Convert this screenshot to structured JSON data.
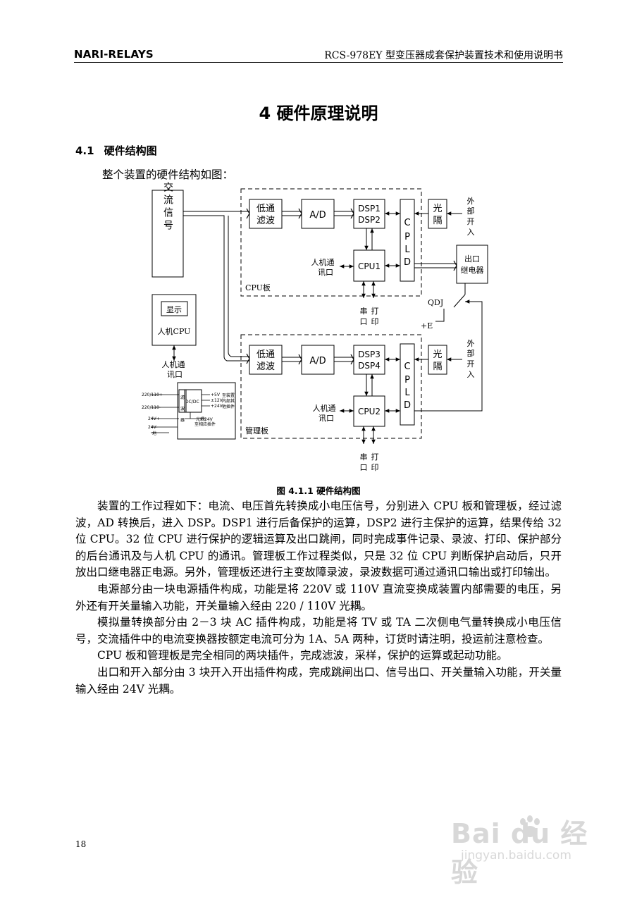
{
  "header": {
    "brand": "NARI-RELAYS",
    "doc_title": "RCS-978EY 型变压器成套保护装置技术和使用说明书"
  },
  "chapter": {
    "title": "4  硬件原理说明"
  },
  "section": {
    "number": "4.1",
    "title": "硬件结构图"
  },
  "intro": "整个装置的硬件结构如图：",
  "diagram": {
    "ac_signal": "交流信号",
    "lpf": "低通滤波",
    "ad": "A/D",
    "dsp1": "DSP1",
    "dsp2": "DSP2",
    "dsp3": "DSP3",
    "dsp4": "DSP4",
    "cpld": "CPLD",
    "opto": "光隔",
    "ext_input": "外部开入",
    "cpu1": "CPU1",
    "cpu2": "CPU2",
    "hmi_comm": "人机通讯口",
    "out_relay": "出口继电器",
    "cpu_board": "CPU板",
    "mgmt_board": "管理板",
    "serial_print_1": "串口",
    "serial_print_2": "打印",
    "qdj": "QDJ",
    "plus_e": "+E",
    "display": "显示",
    "hmi_cpu": "人机CPU",
    "power": {
      "in1": "220/110+",
      "in2": "220/110-",
      "in3": "24V+",
      "in4": "24V-",
      "in5": "地",
      "filter": "滤",
      "wave": "波",
      "dcdc": "DC/DC",
      "v1": "+5V",
      "v2": "±12V",
      "v3": "+24V",
      "note1": "至装置",
      "note2": "内部其",
      "note3": "他插件",
      "opto_note1": "光耦24V",
      "opto_note2": "至相应插件",
      "box": "器"
    }
  },
  "caption": "图 4.1.1 硬件结构图",
  "paragraphs": [
    "装置的工作过程如下：电流、电压首先转换成小电压信号，分别进入 CPU 板和管理板，经过滤波，AD 转换后，进入 DSP。DSP1 进行后备保护的运算，DSP2 进行主保护的运算，结果传给 32 位 CPU。32 位 CPU 进行保护的逻辑运算及出口跳闸，同时完成事件记录、录波、打印、保护部分的后台通讯及与人机 CPU 的通讯。管理板工作过程类似，只是 32 位 CPU 判断保护启动后，只开放出口继电器正电源。另外，管理板还进行主变故障录波，录波数据可通过通讯口输出或打印输出。",
    "电源部分由一块电源插件构成，功能是将 220V 或 110V 直流变换成装置内部需要的电压，另外还有开关量输入功能，开关量输入经由 220 / 110V 光耦。",
    "模拟量转换部分由 2－3 块 AC 插件构成，功能是将 TV 或 TA 二次侧电气量转换成小电压信号，交流插件中的电流变换器按额定电流可分为 1A、5A 两种，订货时请注明，投运前注意检查。",
    "CPU 板和管理板是完全相同的两块插件，完成滤波，采样，保护的运算或起动功能。",
    "出口和开入部分由 3 块开入开出插件构成，完成跳闸出口、信号出口、开关量输入功能，开关量输入经由 24V 光耦。"
  ],
  "page_number": "18",
  "watermark": {
    "logo": "Bai du 经验",
    "url": "jingyan.baidu.com"
  }
}
